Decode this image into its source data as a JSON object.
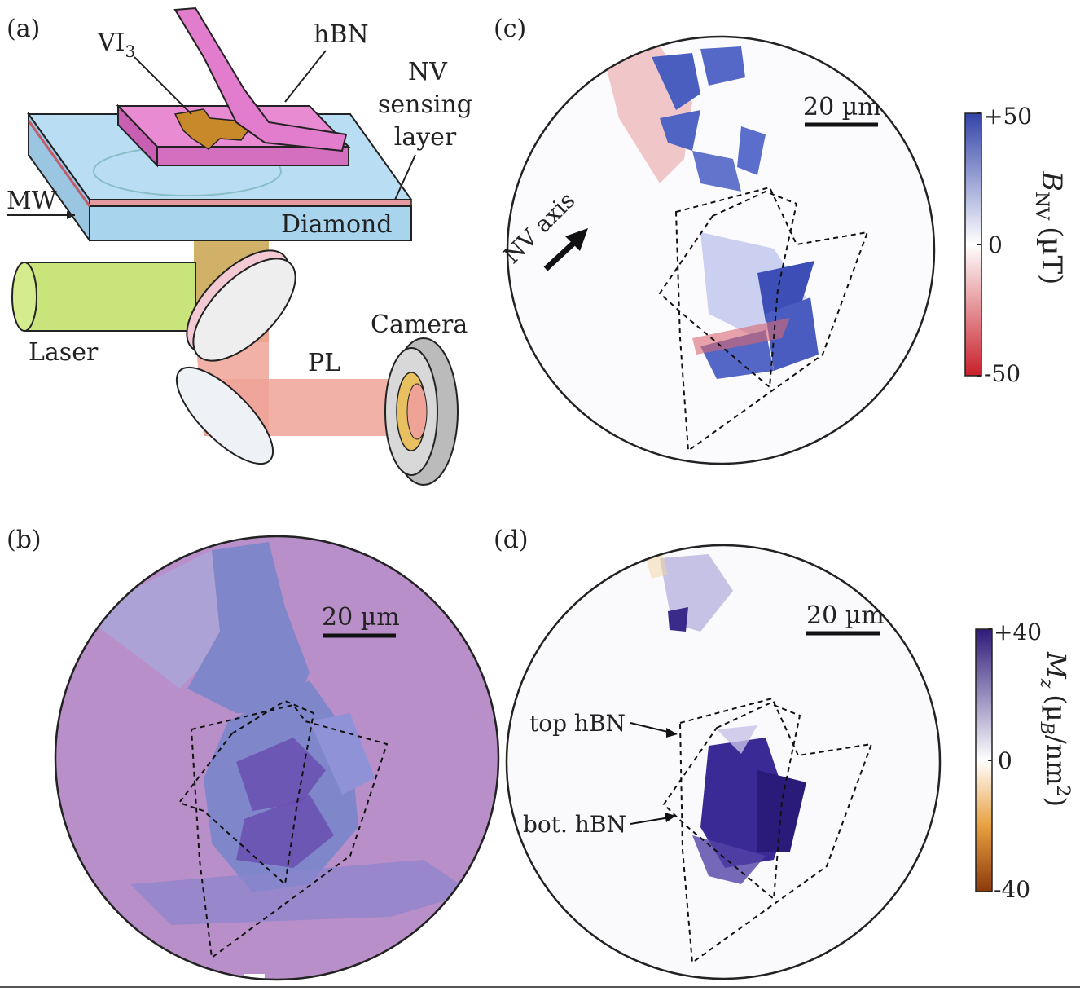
{
  "panels": {
    "a": {
      "label": "(a)",
      "vi3": "VI",
      "vi3_sub": "3",
      "hbn": "hBN",
      "nv_line1": "NV",
      "nv_line2": "sensing",
      "nv_line3": "layer",
      "mw": "MW",
      "diamond": "Diamond",
      "laser": "Laser",
      "pl": "PL",
      "camera": "Camera",
      "colors": {
        "hbn": "#e07ac8",
        "vi3": "#c8892a",
        "diamond": "#a9d4ee",
        "laser": "#c8e47a",
        "pl": "#eea396",
        "nv_layer": "#e59aa0"
      }
    },
    "b": {
      "label": "(b)",
      "scalebar": "20 µm",
      "colors": {
        "background": "#b98fc9",
        "flake": "#7f86c9",
        "dark_flake": "#6a4fb2"
      }
    },
    "c": {
      "label": "(c)",
      "scalebar": "20 µm",
      "nv_axis": "NV axis",
      "colorbar": {
        "max": "+50",
        "mid": "0",
        "min": "-50",
        "title_main": "B",
        "title_sub": "NV",
        "title_unit": "(µT)",
        "colors": {
          "positive": "#3344a8",
          "zero": "#ffffff",
          "negative": "#c8202a"
        }
      }
    },
    "d": {
      "label": "(d)",
      "scalebar": "20 µm",
      "top_hbn": "top hBN",
      "bot_hbn": "bot. hBN",
      "colorbar": {
        "max": "+40",
        "mid": "0",
        "min": "-40",
        "title_main": "M",
        "title_sub": "z",
        "title_unit_open": "(µ",
        "title_unit_sub": "B",
        "title_unit_close": "/nm",
        "title_unit_sup": "2",
        "title_unit_end": ")",
        "colors": {
          "positive": "#2e1a7a",
          "zero": "#ffffff",
          "negative": "#8a3a0a"
        }
      }
    }
  }
}
